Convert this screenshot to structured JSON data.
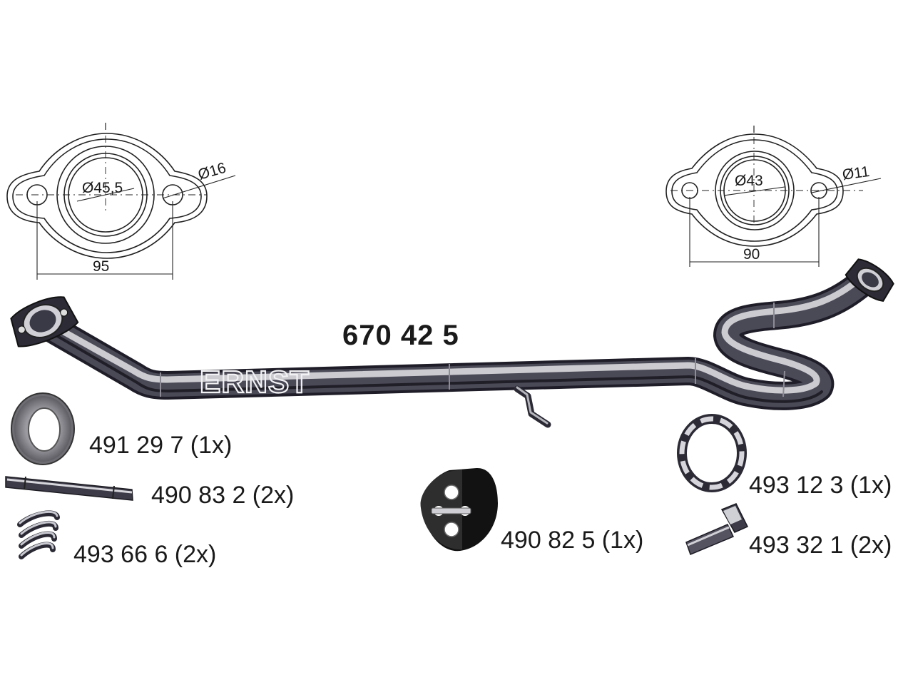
{
  "main_part_number": "670 42 5",
  "brand": "ERNST",
  "flange_left": {
    "bore": "Ø45,5",
    "hole": "Ø16",
    "spacing": "95"
  },
  "flange_right": {
    "bore": "Ø43",
    "hole": "Ø11",
    "spacing": "90"
  },
  "parts": [
    {
      "code": "491 29 7 (1x)",
      "icon": "gasket-ring-icon"
    },
    {
      "code": "490 83 2 (2x)",
      "icon": "bolt-pin-icon"
    },
    {
      "code": "493 66 6 (2x)",
      "icon": "spring-icon"
    },
    {
      "code": "490 82 5 (1x)",
      "icon": "rubber-mount-icon"
    },
    {
      "code": "493 12 3 (1x)",
      "icon": "seal-ring-icon"
    },
    {
      "code": "493 32 1 (2x)",
      "icon": "screw-icon"
    }
  ],
  "colors": {
    "pipe_dark": "#2e2d3a",
    "pipe_light": "#d8d8dc",
    "rubber": "#111111"
  }
}
